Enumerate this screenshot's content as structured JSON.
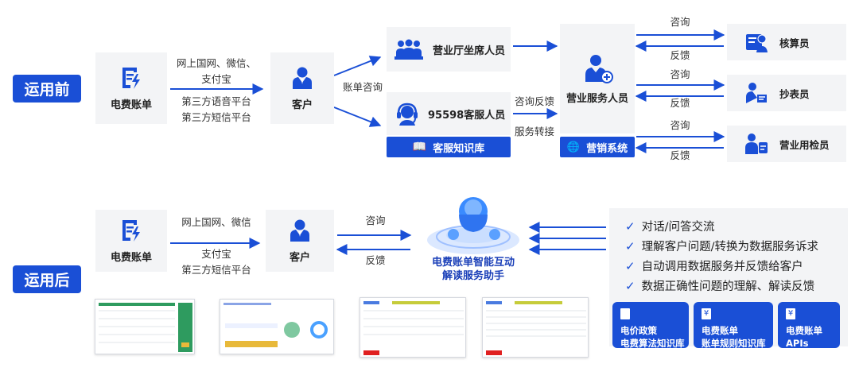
{
  "before": {
    "badge": "运用前",
    "bill_label": "电费账单",
    "channel_top": [
      "网上国网、微信、",
      "支付宝"
    ],
    "channel_bottom": [
      "第三方语音平台",
      "第三方短信平台"
    ],
    "customer_label": "客户",
    "bill_inquiry": "账单咨询",
    "hall_staff": "营业厅坐席人员",
    "hotline_staff": "95598客服人员",
    "kb_bar": "客服知识库",
    "inquiry_feedback": "咨询反馈",
    "service_transfer": "服务转接",
    "service_staff": "营业服务人员",
    "marketing_bar": "营销系统",
    "consult": "咨询",
    "feedback": "反馈",
    "roles": [
      "核算员",
      "抄表员",
      "营业用检员"
    ]
  },
  "after": {
    "badge": "运用后",
    "bill_label": "电费账单",
    "channel_top": "网上国网、微信",
    "channel_bottom": [
      "支付宝",
      "第三方短信平台"
    ],
    "customer_label": "客户",
    "consult": "咨询",
    "feedback": "反馈",
    "assistant": [
      "电费账单智能互动",
      "解读服务助手"
    ],
    "features": [
      "对话/问答交流",
      "理解客户问题/转换为数据服务诉求",
      "自动调用数据服务并反馈给客户",
      "数据正确性问题的理解、解读反馈"
    ],
    "kb_cards": [
      [
        "电价政策",
        "电费算法知识库"
      ],
      [
        "电费账单",
        "账单规则知识库"
      ],
      [
        "电费账单",
        "APIs"
      ]
    ]
  },
  "colors": {
    "primary": "#1a4fd6",
    "panel": "#f3f4f6"
  }
}
